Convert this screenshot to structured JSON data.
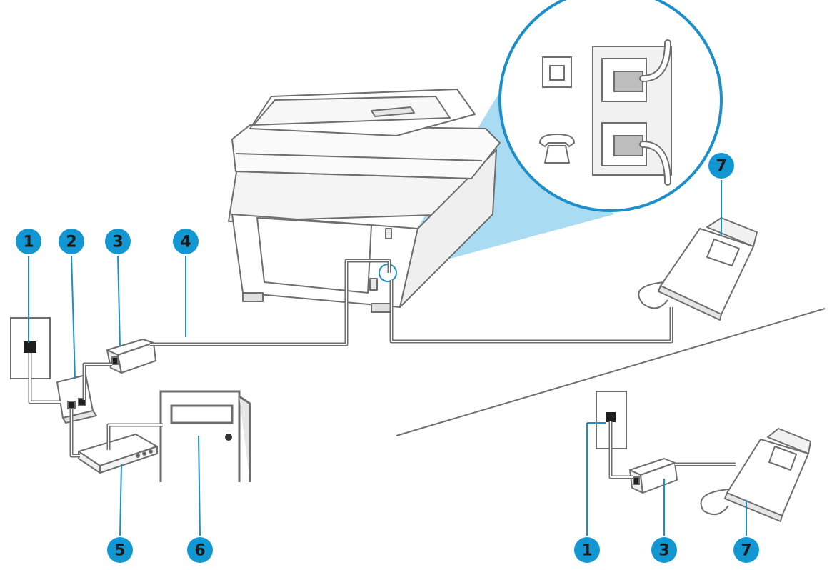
{
  "colors": {
    "callout_fill": "#1397d2",
    "callout_text": "#1a1a1a",
    "line": "#6e6e6e",
    "device_fill": "#ffffff",
    "light_fill": "#f2f2f2",
    "magnifier_ring": "#1c8fcb",
    "magnifier_beam": "#9ad6f0"
  },
  "callouts": [
    {
      "id": "wall-jack",
      "label": "1"
    },
    {
      "id": "splitter",
      "label": "2"
    },
    {
      "id": "dsl-filter",
      "label": "3"
    },
    {
      "id": "phone-cord",
      "label": "4"
    },
    {
      "id": "dsl-modem",
      "label": "5"
    },
    {
      "id": "computer",
      "label": "6"
    },
    {
      "id": "telephone",
      "label": "7"
    },
    {
      "id": "alt-wall-jack",
      "label": "1"
    },
    {
      "id": "alt-dsl-filter",
      "label": "3"
    },
    {
      "id": "alt-telephone",
      "label": "7"
    }
  ],
  "icons": {
    "line_port": "phone-line-port-icon",
    "ext_port": "telephone-handset-icon"
  }
}
